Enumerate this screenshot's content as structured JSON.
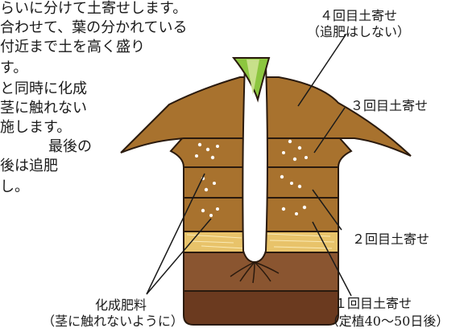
{
  "body_text": [
    "らいに分けて土寄せします。",
    "合わせて、葉の分かれている",
    "付近まで土を高く盛り",
    "す。",
    "と同時に化成",
    "茎に触れない",
    "施します。",
    "最後の",
    "後は追肥",
    "し。"
  ],
  "labels": {
    "hill4_line1": "４回目土寄せ",
    "hill4_line2": "（追肥はしない）",
    "hill3": "３回目土寄せ",
    "hill2": "２回目土寄せ",
    "hill1_line1": "１回目土寄せ",
    "hill1_line2": "（定植40〜50日後）",
    "fert_line1": "化成肥料",
    "fert_line2": "（茎に触れないように）"
  },
  "colors": {
    "soil_dark": "#6b3a1f",
    "soil_mid": "#8a5530",
    "soil_light": "#b07a3a",
    "soil_top": "#a8722e",
    "straw": "#e8c36a",
    "stem": "#ffffff",
    "leaf": "#8cc63f",
    "outline": "#2a1a0e"
  }
}
